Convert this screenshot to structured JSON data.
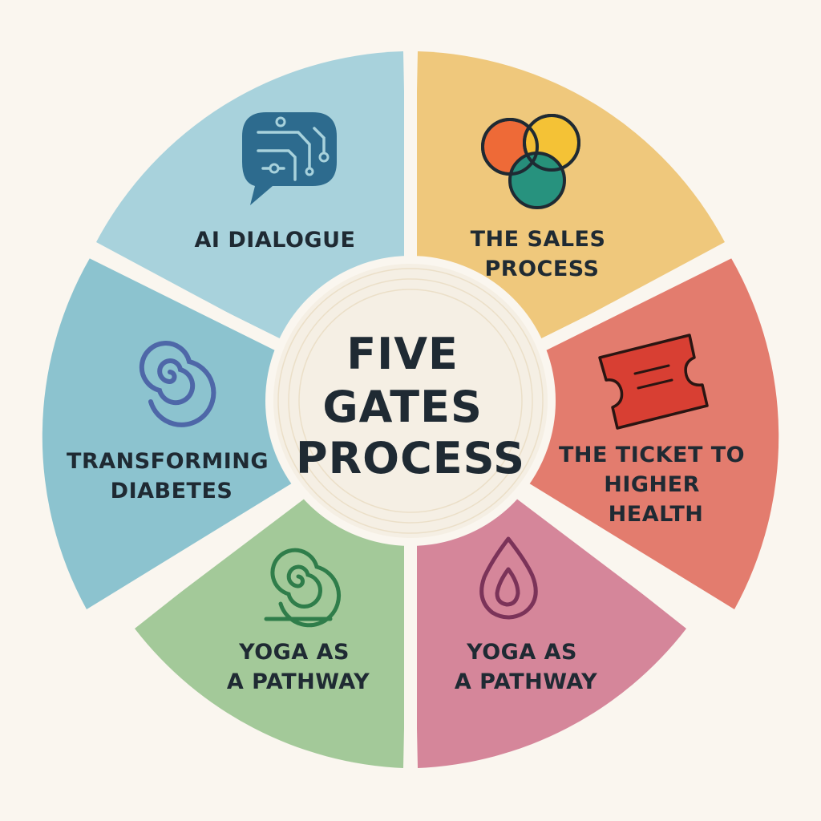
{
  "center": {
    "lines": [
      "FIVE",
      "GATES",
      "PROCESS"
    ]
  },
  "segments": [
    {
      "id": "ai-dialogue",
      "lines": [
        "AI DIALOGUE"
      ],
      "color": "#a8d2dc",
      "icon": "chat-circuit-icon"
    },
    {
      "id": "sales-process",
      "lines": [
        "THE SALES",
        "PROCESS"
      ],
      "color": "#efc87c",
      "icon": "venn-circles-icon"
    },
    {
      "id": "ticket",
      "lines": [
        "THE TICKET TO",
        "HIGHER",
        "HEALTH"
      ],
      "color": "#e37c6e",
      "icon": "ticket-icon"
    },
    {
      "id": "yoga-right",
      "lines": [
        "YOGA AS",
        "A PATHWAY"
      ],
      "color": "#d5869a",
      "icon": "flame-drop-icon"
    },
    {
      "id": "yoga-left",
      "lines": [
        "YOGA AS",
        "A PATHWAY"
      ],
      "color": "#a3c999",
      "icon": "green-spiral-icon"
    },
    {
      "id": "transforming-diabetes",
      "lines": [
        "TRANSFORMING",
        "DIABETES"
      ],
      "color": "#8cc3cf",
      "icon": "blue-spiral-icon"
    }
  ],
  "colors": {
    "background": "#faf6ef",
    "center_fill": "#f5efe4",
    "text": "#1f2a33"
  }
}
